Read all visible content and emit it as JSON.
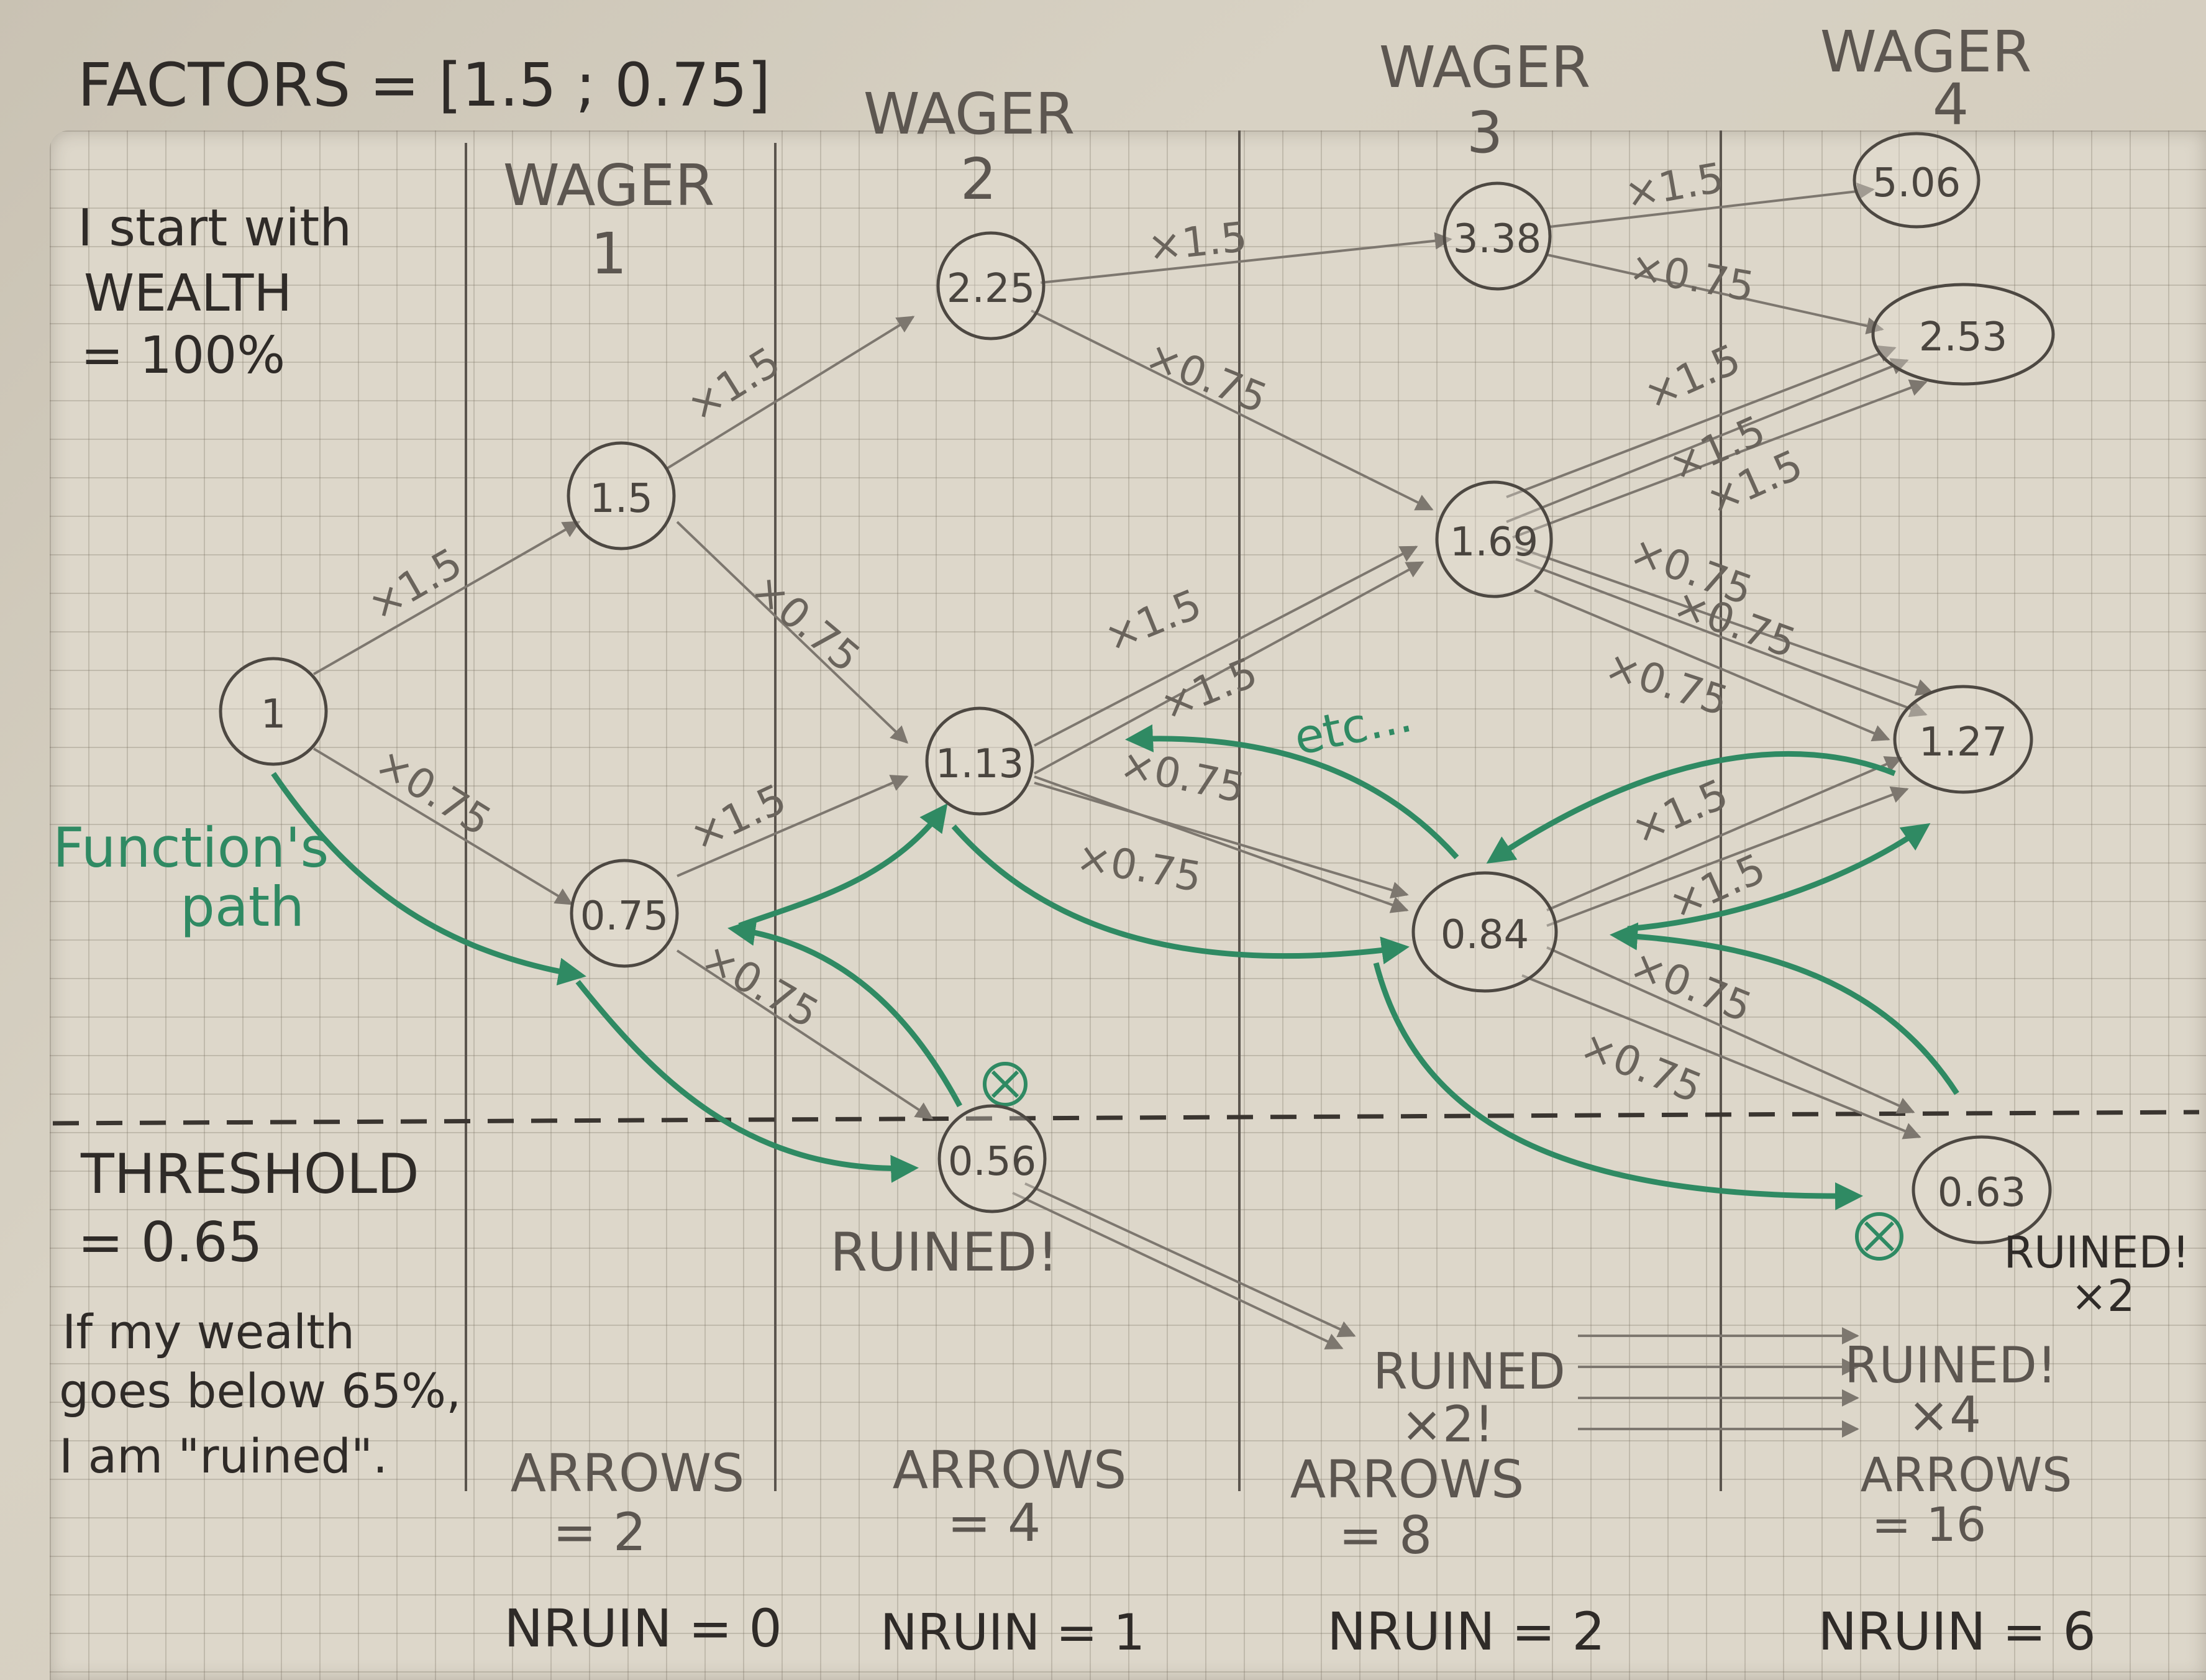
{
  "header": {
    "factors": "FACTORS = [1.5 ; 0.75]",
    "wager_1_label": "WAGER",
    "wager_1_num": "1",
    "wager_2_label": "WAGER",
    "wager_2_num": "2",
    "wager_3_label": "WAGER",
    "wager_3_num": "3",
    "wager_4_label": "WAGER",
    "wager_4_num": "4"
  },
  "intro": {
    "line1": "I start with",
    "line2": "WEALTH",
    "line3": "= 100%"
  },
  "function_path": {
    "line1": "Function's",
    "line2": "path",
    "etc": "etc..."
  },
  "threshold": {
    "line1": "THRESHOLD",
    "line2": "= 0.65",
    "note1": "If my wealth",
    "note2": "goes below 65%,",
    "note3": "I am \"ruined\"."
  },
  "nodes": {
    "n1": "1",
    "n15": "1.5",
    "n075": "0.75",
    "n225": "2.25",
    "n113": "1.13",
    "n056": "0.56",
    "n338": "3.38",
    "n169": "1.69",
    "n084": "0.84",
    "n506": "5.06",
    "n253": "2.53",
    "n127": "1.27",
    "n063": "0.63"
  },
  "edges": {
    "up": "×1.5",
    "down": "×0.75"
  },
  "ruined": {
    "w2": "RUINED!",
    "w3_line1": "RUINED",
    "w3_line2": "×2!",
    "w4_a_line1": "RUINED!",
    "w4_a_line2": "×2",
    "w4_b_line1": "RUINED!",
    "w4_b_line2": "×4"
  },
  "arrows": {
    "w1_label": "ARROWS",
    "w1_value": "= 2",
    "w2_label": "ARROWS",
    "w2_value": "= 4",
    "w3_label": "ARROWS",
    "w3_value": "= 8",
    "w4_label": "ARROWS",
    "w4_value": "= 16"
  },
  "nruin": {
    "w1": "NRUIN = 0",
    "w2": "NRUIN = 1",
    "w3": "NRUIN = 2",
    "w4": "NRUIN = 6"
  },
  "colors": {
    "pencil": "#5c5650",
    "green_ink": "#2f8a63",
    "paper": "#ddd7ca"
  }
}
